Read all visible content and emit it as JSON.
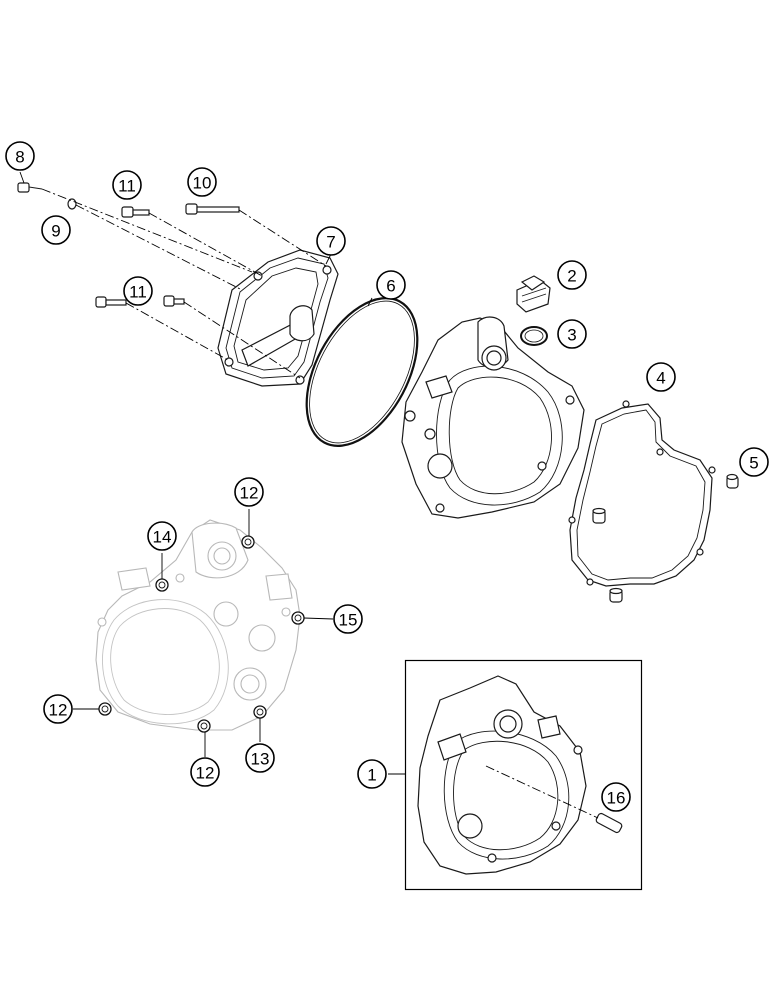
{
  "callouts": {
    "c1": "1",
    "c2": "2",
    "c3": "3",
    "c4": "4",
    "c5": "5",
    "c6": "6",
    "c7": "7",
    "c8": "8",
    "c9": "9",
    "c10": "10",
    "c11a": "11",
    "c11b": "11",
    "c12a": "12",
    "c12b": "12",
    "c12c": "12",
    "c13": "13",
    "c14": "14",
    "c15": "15",
    "c16": "16"
  },
  "colors": {
    "line": "#000000",
    "ghost": "#b8b8b8",
    "background": "#ffffff"
  }
}
